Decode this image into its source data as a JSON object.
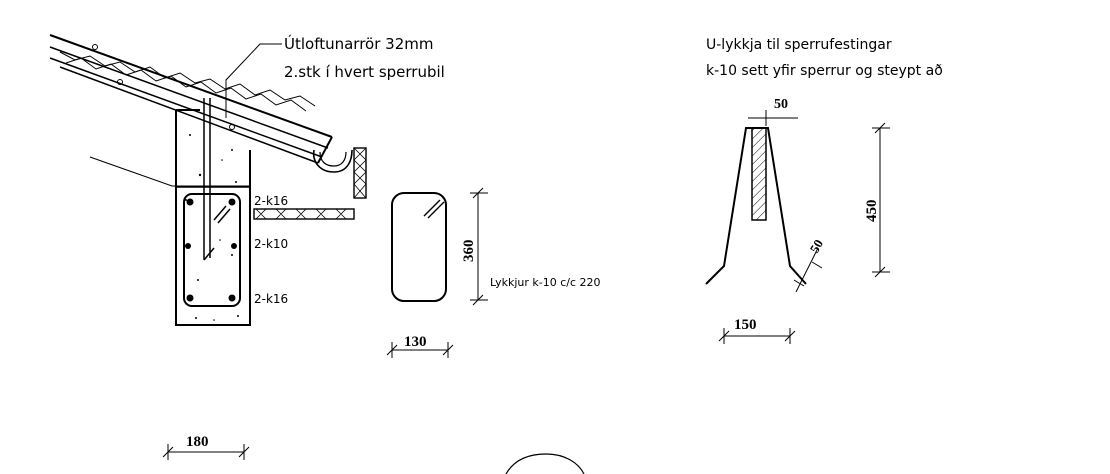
{
  "annotations": {
    "vent_pipe": "Útloftunarrör 32mm",
    "vent_pipe_count": "2.stk í hvert sperrubil",
    "u_loop_title": "U-lykkja til sperrufestingar",
    "u_loop_desc": "k-10 sett  yfir sperrur og steypt að",
    "rebar_top": "2-k16",
    "rebar_mid": "2-k10",
    "rebar_bottom": "2-k16",
    "stirrups": "Lykkjur k-10 c/c 220"
  },
  "dimensions": {
    "stirrup_height": "360",
    "stirrup_width": "130",
    "u_loop_top_width": "50",
    "u_loop_height": "450",
    "u_loop_leg": "50",
    "u_loop_width": "150",
    "lower_width": "180"
  }
}
